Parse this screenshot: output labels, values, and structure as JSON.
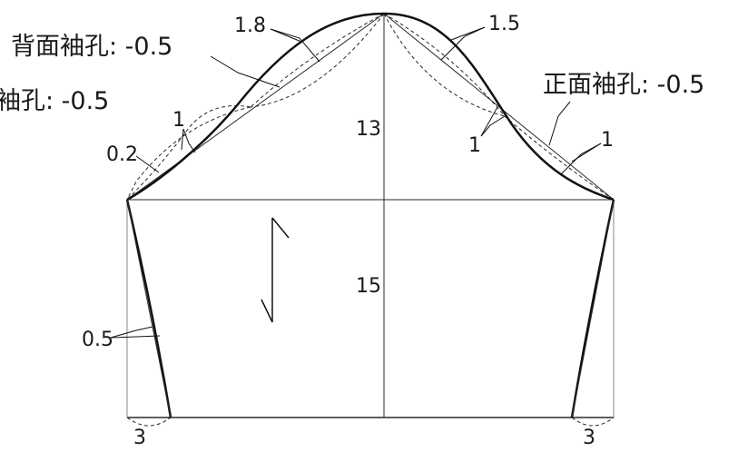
{
  "labels": {
    "back_armhole": "背面袖孔: -0.5",
    "back_armhole_clipped": "袖孔: -0.5",
    "front_armhole": "正面袖孔: -0.5",
    "m_1_8": "1.8",
    "m_1_5": "1.5",
    "m_1_left": "1",
    "m_0_2": "0.2",
    "m_13": "13",
    "m_1_right_a": "1",
    "m_1_right_b": "1",
    "m_15": "15",
    "m_0_5": "0.5",
    "m_3_left": "3",
    "m_3_right": "3"
  },
  "colors": {
    "line": "#1a1a1a",
    "guide": "#8a8a8a"
  }
}
